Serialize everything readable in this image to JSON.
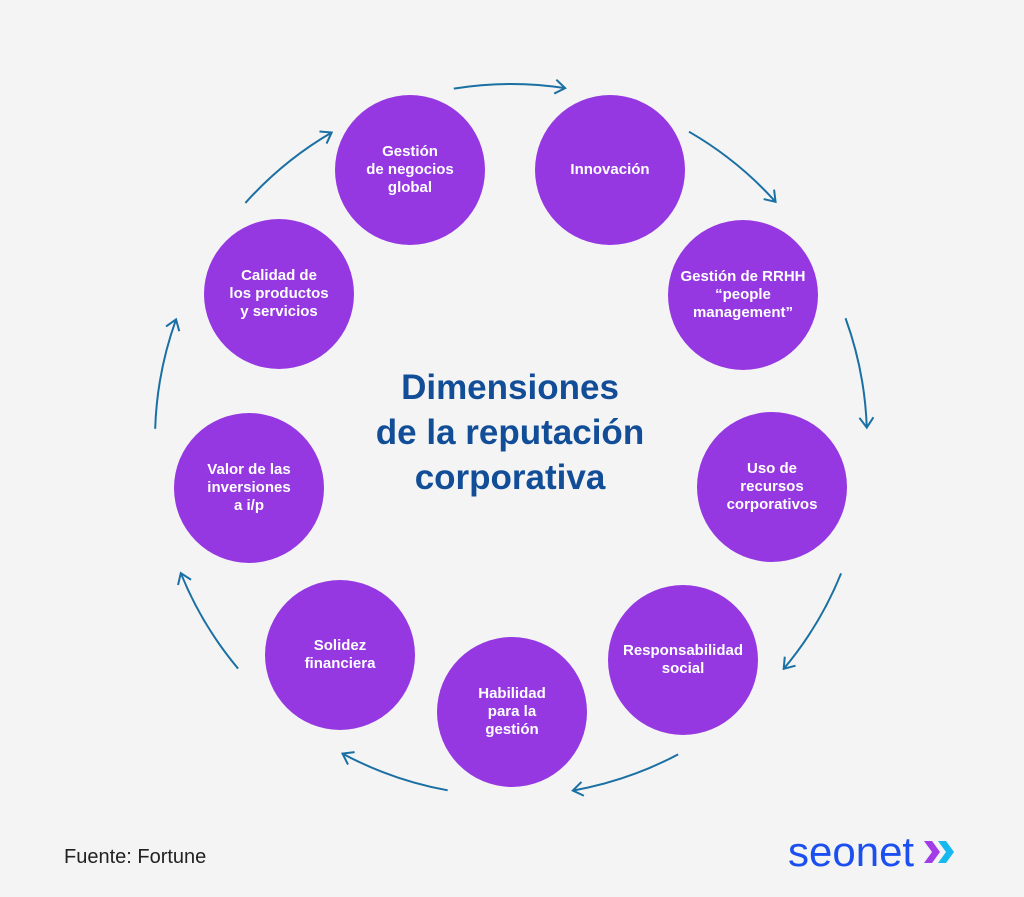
{
  "title": "Dimensiones\nde la reputación\ncorporativa",
  "nodes": [
    "Gestión\nde negocios\nglobal",
    "Innovación",
    "Gestión de RRHH\n“people\nmanagement”",
    "Uso de\nrecursos\ncorporativos",
    "Responsabilidad\nsocial",
    "Habilidad\npara la\ngestión",
    "Solidez\nfinanciera",
    "Valor de las\ninversiones\na i/p",
    "Calidad de\nlos productos\ny servicios"
  ],
  "source": "Fuente: Fortune",
  "logo": "seonet",
  "colors": {
    "node": "#9538e2",
    "arrow": "#1a6fa3",
    "title": "#124d97",
    "logo": "#1b4ff0"
  }
}
